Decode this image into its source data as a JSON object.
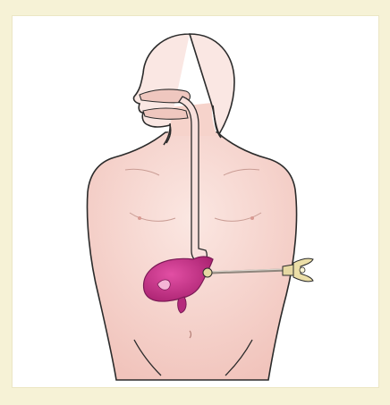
{
  "figure": {
    "title": "",
    "caption": "",
    "labels": []
  },
  "colors": {
    "background": "#f6f2d6",
    "panel": "#ffffff",
    "skin": "#f8dcd6",
    "skin_shade": "#f1c9c2",
    "outline": "#2b2b2b",
    "stomach": "#c8368c",
    "stomach_dark": "#9e1f6c",
    "esophagus": "#f7e1de",
    "tube": "#b8b0a8",
    "device": "#e6d8a2"
  },
  "parts": {
    "figure": "human-torso",
    "organ": "stomach",
    "tract": "esophagus",
    "instrument": "percutaneous-feeding-tube"
  }
}
